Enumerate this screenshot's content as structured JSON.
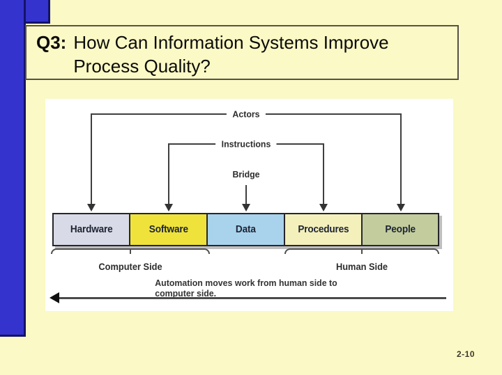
{
  "slide": {
    "title": {
      "prefix": "Q3:",
      "line1": "How Can Information Systems Improve",
      "line2": "Process Quality?"
    },
    "page_number": "2-10",
    "colors": {
      "background": "#FBF9C5",
      "accent_blue": "#3533CE",
      "accent_border": "#13136B",
      "diagram_line": "#3F3F3F"
    }
  },
  "diagram": {
    "top_labels": {
      "actors": "Actors",
      "instructions": "Instructions",
      "bridge": "Bridge"
    },
    "components": [
      {
        "label": "Hardware",
        "fill": "#D9DAE7"
      },
      {
        "label": "Software",
        "fill": "#EFE33B"
      },
      {
        "label": "Data",
        "fill": "#A9D3EC"
      },
      {
        "label": "Procedures",
        "fill": "#F4F0BC"
      },
      {
        "label": "People",
        "fill": "#C3CC9D"
      }
    ],
    "side_groups": [
      {
        "label": "Computer Side",
        "spans": [
          "Hardware",
          "Software"
        ]
      },
      {
        "label": "Human Side",
        "spans": [
          "Procedures",
          "People"
        ]
      }
    ],
    "automation_caption": "Automation moves work from human side to computer side."
  }
}
